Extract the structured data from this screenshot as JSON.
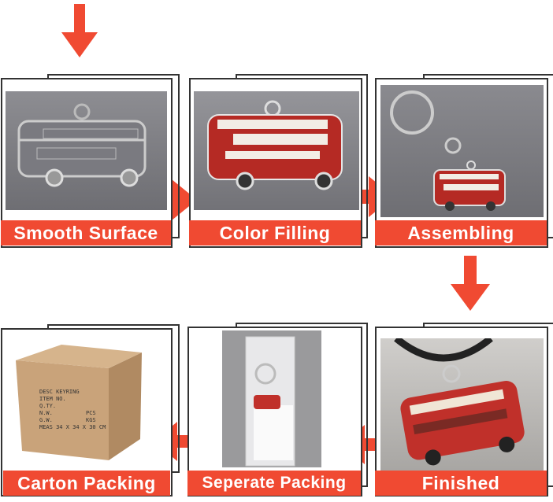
{
  "steps": [
    {
      "label": "Smooth Surface"
    },
    {
      "label": "Color Filling"
    },
    {
      "label": "Assembling"
    },
    {
      "label": "Finished"
    },
    {
      "label": "Seperate Packing"
    },
    {
      "label": "Carton Packing"
    }
  ],
  "carton_text": [
    "DESC KEYRING",
    "ITEM NO.",
    "Q.TY.",
    "N.W.          PCS",
    "G.W.          KGS",
    "MEAS 34 X 34 X 30 CM"
  ],
  "colors": {
    "accent": "#f04a32",
    "bus_red": "#c0302a"
  }
}
